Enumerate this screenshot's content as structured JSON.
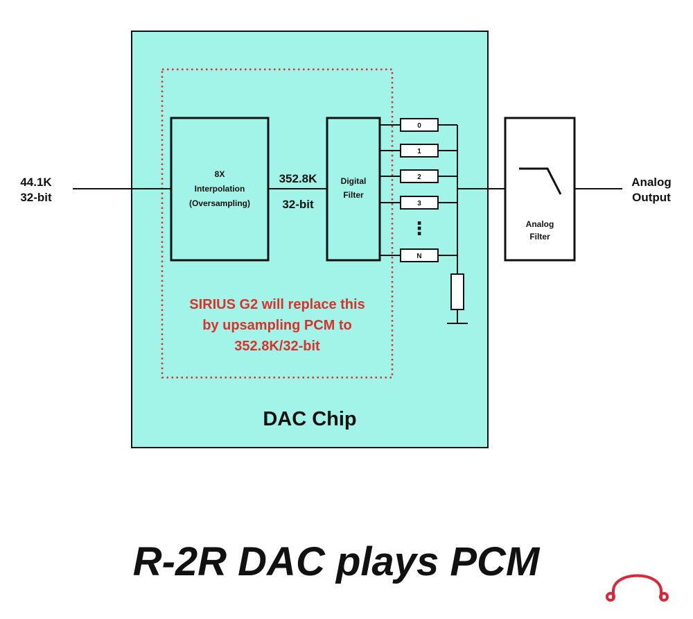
{
  "input": {
    "line1": "44.1K",
    "line2": "32-bit"
  },
  "interpolation": {
    "line1": "8X",
    "line2": "Interpolation",
    "line3": "(Oversampling)"
  },
  "intermediate_rate": {
    "line1": "352.8K",
    "line2": "32-bit"
  },
  "digital_filter": {
    "line1": "Digital",
    "line2": "Filter"
  },
  "resistors": {
    "labels": [
      "0",
      "1",
      "2",
      "3",
      "N"
    ],
    "ellipsis": "⋮"
  },
  "analog_filter": {
    "line1": "Analog",
    "line2": "Filter"
  },
  "output": {
    "line1": "Analog",
    "line2": "Output"
  },
  "note": {
    "line1": "SIRIUS G2 will replace this",
    "line2": "by upsampling PCM to",
    "line3": "352.8K/32-bit"
  },
  "chip_label": "DAC Chip",
  "title": "R-2R DAC plays PCM",
  "colors": {
    "chip_fill": "#a2f3e8",
    "note_red": "#d8322a",
    "logo_red": "#d8283a"
  },
  "logo": {
    "icon": "headphones-logo-icon"
  }
}
